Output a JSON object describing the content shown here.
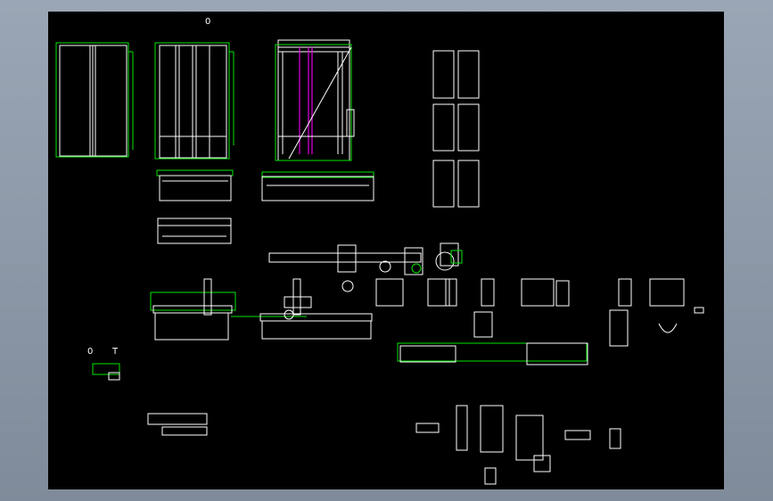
{
  "drawing": {
    "title_mark": "0",
    "marks": [
      "0",
      "T"
    ]
  },
  "colors": {
    "background": "#000000",
    "frame": "#8a96a5",
    "primary_line": "#ffffff",
    "secondary_line": "#00e600",
    "highlight_line": "#e000e0"
  }
}
